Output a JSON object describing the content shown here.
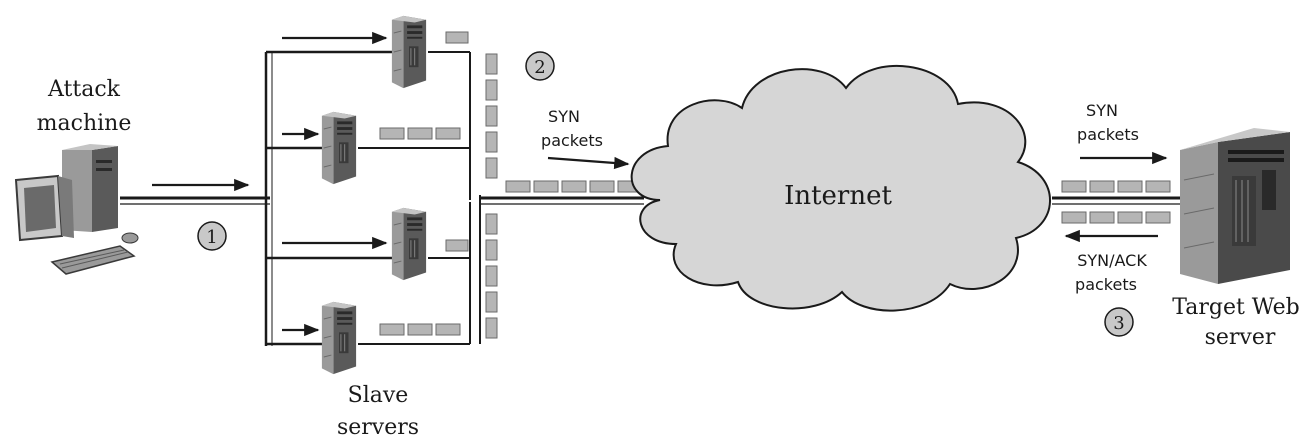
{
  "labels": {
    "attack_line1": "Attack",
    "attack_line2": "machine",
    "slave_line1": "Slave",
    "slave_line2": "servers",
    "internet": "Internet",
    "syn1_line1": "SYN",
    "syn1_line2": "packets",
    "syn2_line1": "SYN",
    "syn2_line2": "packets",
    "synack_line1": "SYN/ACK",
    "synack_line2": "packets",
    "target_line1": "Target Web",
    "target_line2": "server"
  },
  "steps": {
    "step1": "1",
    "step2": "2",
    "step3": "3"
  },
  "colors": {
    "line": "#1a1a1a",
    "packet": "#b5b5b5",
    "cloud": "#d6d6d6",
    "server_dark": "#4a4a4a",
    "server_mid": "#8a8a8a",
    "server_light": "#c8c8c8"
  }
}
